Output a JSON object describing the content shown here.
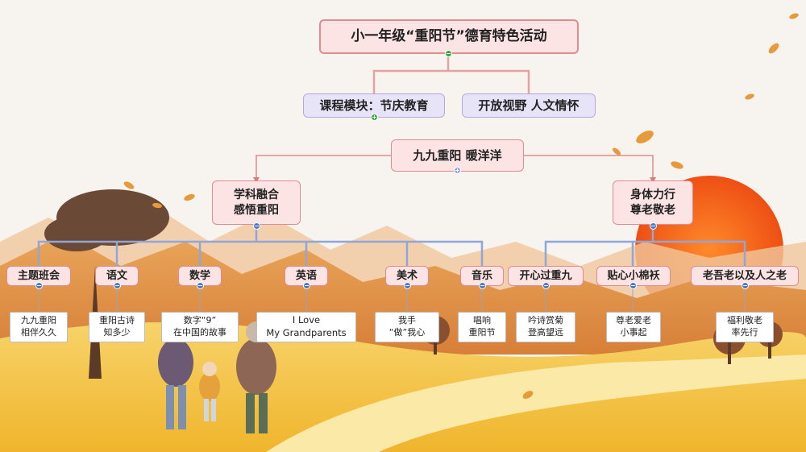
{
  "title": "小一年级“重阳节”德育特色活动",
  "modules": [
    "课程模块：节庆教育",
    "开放视野  人文情怀"
  ],
  "center": "九九重阳  暖洋洋",
  "branch_left": [
    "学科融合",
    "感悟重阳"
  ],
  "branch_right": [
    "身体力行",
    "尊老敬老"
  ],
  "subjects": [
    {
      "label": "主题班会",
      "detail": [
        "九九重阳",
        "相伴久久"
      ]
    },
    {
      "label": "语文",
      "detail": [
        "重阳古诗",
        "知多少"
      ]
    },
    {
      "label": "数学",
      "detail": [
        "数字“9”",
        "在中国的故事"
      ]
    },
    {
      "label": "英语",
      "detail": [
        "I Love",
        "My Grandparents"
      ]
    },
    {
      "label": "美术",
      "detail": [
        "我手",
        "“做”我心"
      ]
    },
    {
      "label": "音乐",
      "detail": [
        "唱响",
        "重阳节"
      ]
    }
  ],
  "actions": [
    {
      "label": "开心过重九",
      "detail": [
        "吟诗赏菊",
        "登高望远"
      ]
    },
    {
      "label": "贴心小棉袄",
      "detail": [
        "尊老爱老",
        "小事起"
      ]
    },
    {
      "label": "老吾老以及人之老",
      "detail": [
        "福利敬老",
        "率先行"
      ]
    }
  ],
  "colors": {
    "accent_line": "#8fa6d9",
    "title_border": "#e08c8c",
    "sun": "#f2641e",
    "field": "#f4c84a"
  }
}
